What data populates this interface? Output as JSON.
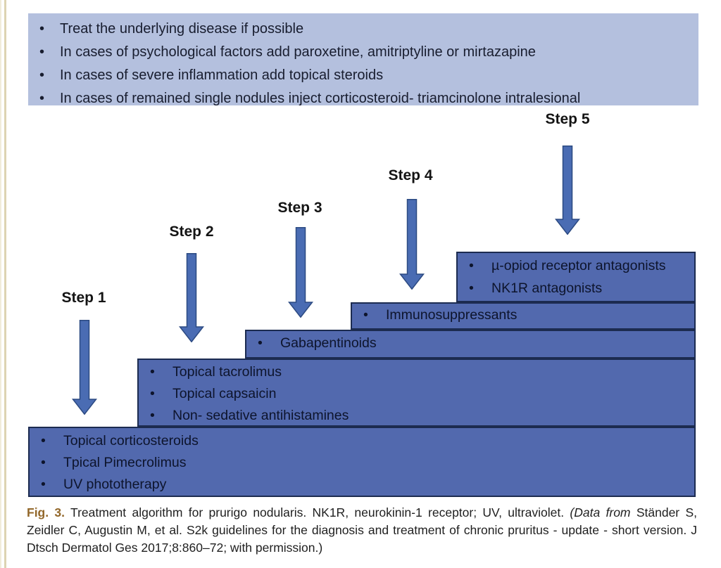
{
  "top_box": {
    "items": [
      "Treat the underlying disease if possible",
      "In cases of psychological factors add paroxetine, amitriptyline or mirtazapine",
      "In cases of severe inflammation add topical steroids",
      "In cases of remained single nodules inject  corticosteroid- triamcinolone intralesional"
    ]
  },
  "steps": [
    {
      "label": "Step 1",
      "treatments": [
        "Topical corticosteroids",
        "Tpical Pimecrolimus",
        "UV phototherapy"
      ]
    },
    {
      "label": "Step 2",
      "treatments": [
        "Topical tacrolimus",
        "Topical capsaicin",
        "Non- sedative antihistamines"
      ]
    },
    {
      "label": "Step 3",
      "treatments": [
        "Gabapentinoids"
      ]
    },
    {
      "label": "Step 4",
      "treatments": [
        "Immunosuppressants"
      ]
    },
    {
      "label": "Step 5",
      "treatments": [
        "µ-opiod receptor antagonists",
        "NK1R antagonists"
      ]
    }
  ],
  "caption": {
    "label": "Fig. 3.",
    "text": " Treatment algorithm for prurigo nodularis. NK1R, neurokinin-1 receptor; UV, ultraviolet. ",
    "italic": "(Data from",
    "source": " Ständer S, Zeidler C, Augustin M, et al. S2k guidelines for the diagnosis and treatment of chronic pruritus - update - short version. J Dtsch Dermatol Ges 2017;8:860–72; with permission.)"
  },
  "colors": {
    "step_box_fill": "#5269ae",
    "step_box_border": "#1c2b50",
    "overview_box_fill": "#b4c0de",
    "arrow_fill": "#4a6cb3",
    "arrow_stroke": "#2c4a82",
    "caption_label": "#92672a"
  }
}
